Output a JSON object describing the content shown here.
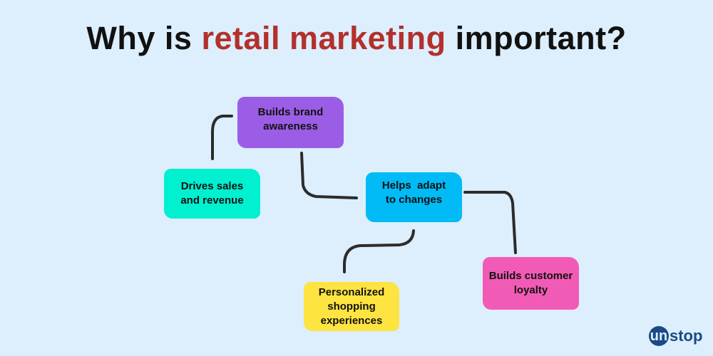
{
  "title": {
    "before": "Why is ",
    "highlight": "retail marketing",
    "after": " important?"
  },
  "nodes": [
    {
      "id": "brand",
      "label": "Builds brand awareness",
      "color": "#9b5de5"
    },
    {
      "id": "sales",
      "label": "Drives sales and revenue",
      "color": "#00f0d0"
    },
    {
      "id": "adapt",
      "label": "Helps  adapt to changes",
      "color": "#00bbf5"
    },
    {
      "id": "personal",
      "label": "Personalized shopping experiences",
      "color": "#fde441"
    },
    {
      "id": "loyalty",
      "label": "Builds customer loyalty",
      "color": "#f25bb5"
    }
  ],
  "logo": {
    "mark": "un",
    "rest": "stop"
  },
  "colors": {
    "background": "#ddeefc",
    "accent": "#b3302c",
    "connector": "#2b2b2b",
    "logo": "#1b4a84"
  }
}
